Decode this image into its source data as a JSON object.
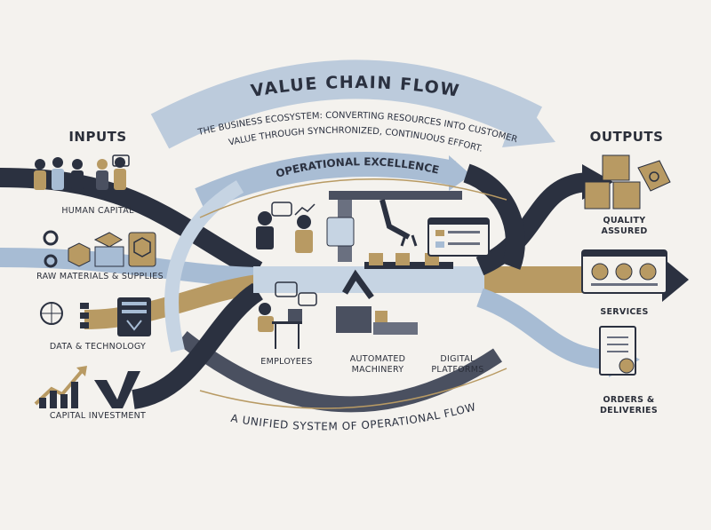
{
  "title": "VALUE CHAIN FLOW",
  "subtitle_line1": "THE BUSINESS ECOSYSTEM: CONVERTING RESOURCES INTO CUSTOMER",
  "subtitle_line2": "VALUE THROUGH SYNCHRONIZED, CONTINUOUS EFFORT.",
  "inner_band_label": "OPERATIONAL EXCELLENCE",
  "bottom_caption": "A UNIFIED SYSTEM OF OPERATIONAL FLOW",
  "inputs": {
    "heading": "INPUTS",
    "items": [
      {
        "label": "HUMAN CAPITAL",
        "icon": "team-handshake-icon"
      },
      {
        "label": "RAW MATERIALS & SUPPLIES",
        "icon": "materials-icon"
      },
      {
        "label": "DATA & TECHNOLOGY",
        "icon": "data-server-icon"
      },
      {
        "label": "CAPITAL INVESTMENT",
        "icon": "growth-chart-icon"
      }
    ]
  },
  "operations": {
    "items": [
      {
        "label": "EMPLOYEES",
        "icon": "employee-desk-icon"
      },
      {
        "label": "AUTOMATED MACHINERY",
        "line1": "AUTOMATED",
        "line2": "MACHINERY",
        "icon": "robot-arm-icon"
      },
      {
        "label": "DIGITAL PLATFORMS",
        "line1": "DIGITAL",
        "line2": "PLATFORMS",
        "icon": "dashboard-icon"
      }
    ]
  },
  "outputs": {
    "heading": "OUTPUTS",
    "items": [
      {
        "label": "QUALITY ASSURED",
        "line1": "QUALITY",
        "line2": "ASSURED",
        "icon": "boxes-tag-icon"
      },
      {
        "label": "SERVICES",
        "icon": "feedback-faces-icon"
      },
      {
        "label": "ORDERS & DELIVERIES",
        "line1": "ORDERS &",
        "line2": "DELIVERIES",
        "icon": "document-check-icon"
      }
    ]
  },
  "colors": {
    "navy": "#2b3140",
    "steel_blue": "#a7bcd4",
    "light_blue": "#c9d7e6",
    "gold": "#b89a63",
    "background": "#f4f2ee"
  }
}
